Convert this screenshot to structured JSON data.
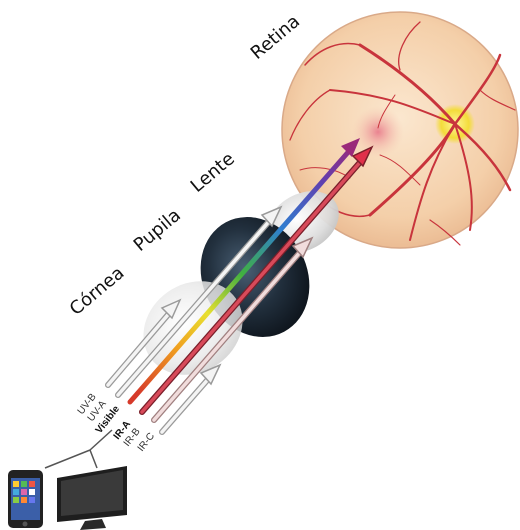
{
  "labels": {
    "retina": "Retina",
    "lente": "Lente",
    "pupila": "Pupila",
    "cornea": "Córnea"
  },
  "rays": [
    {
      "label": "UV-B",
      "color": "#d8d8d8",
      "bold": false,
      "ends_at": "cornea"
    },
    {
      "label": "UV-A",
      "color": "#d8d8d8",
      "bold": false,
      "ends_at": "lente"
    },
    {
      "label": "Visible",
      "color": "spectrum",
      "bold": true,
      "ends_at": "retina"
    },
    {
      "label": "IR-A",
      "color": "#c42a3a",
      "bold": true,
      "ends_at": "retina"
    },
    {
      "label": "IR-B",
      "color": "#e8cfcf",
      "bold": false,
      "ends_at": "lente"
    },
    {
      "label": "IR-C",
      "color": "#e0e0e0",
      "bold": false,
      "ends_at": "cornea"
    }
  ],
  "devices": [
    {
      "name": "smartphone-icon"
    },
    {
      "name": "monitor-icon"
    }
  ],
  "colors": {
    "retina_fill": "#f6d7b4",
    "vessel": "#c8343c",
    "optic_disc": "#f3e04a",
    "pupil": "#1b2733"
  }
}
